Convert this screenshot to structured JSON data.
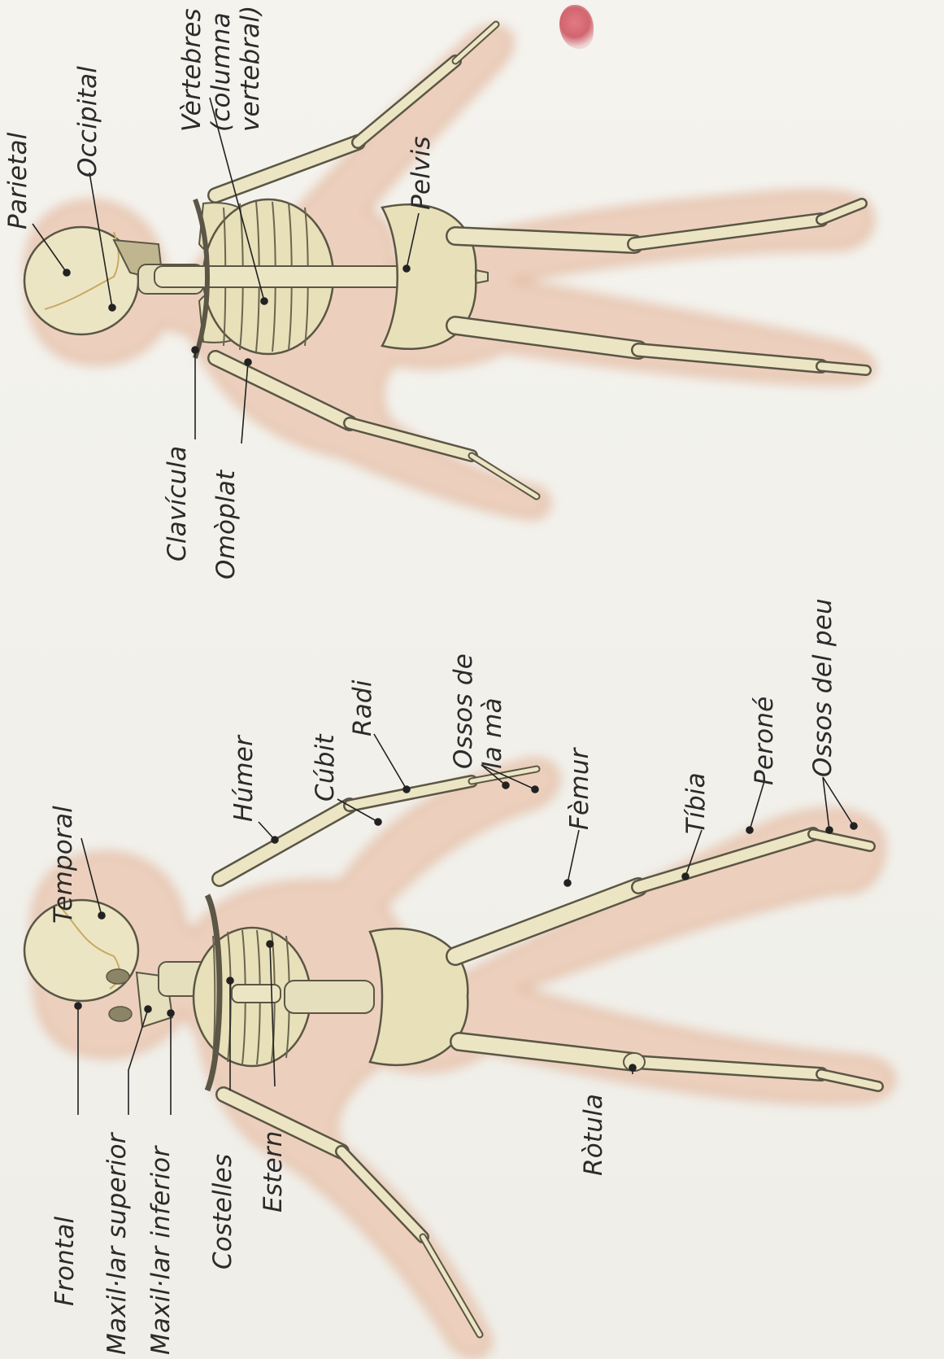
{
  "figure": {
    "left_skeleton_labels": {
      "frontal": "Frontal",
      "maxillar_superior": "Maxil·lar superior",
      "maxillar_inferior": "Maxil·lar inferior",
      "temporal": "Temporal",
      "costelles": "Costelles",
      "estern": "Estern",
      "humer": "Húmer",
      "cubit": "Cúbit",
      "radi": "Radi",
      "ossos_ma_line1": "Ossos de",
      "ossos_ma_line2": "la mà",
      "femur": "Fèmur",
      "rotula": "Ròtula",
      "tibia": "Tíbia",
      "perone": "Peroné",
      "ossos_peu": "Ossos del peu"
    },
    "right_skeleton_labels": {
      "parietal": "Parietal",
      "occipital": "Occipital",
      "vertebres_line1": "Vèrtebres",
      "vertebres_line2": "(columna",
      "vertebres_line3": "vertebral)",
      "pelvis": "Pelvis",
      "clavicula": "Clavícula",
      "omoplat": "Omòplat"
    },
    "colors": {
      "bone": "#ece5c4",
      "bone_stroke": "#5b5645",
      "skin": "#ecd0bd",
      "skin_edge": "#e2b9a1",
      "leader": "#222222",
      "paper": "#f2f1ec"
    }
  }
}
